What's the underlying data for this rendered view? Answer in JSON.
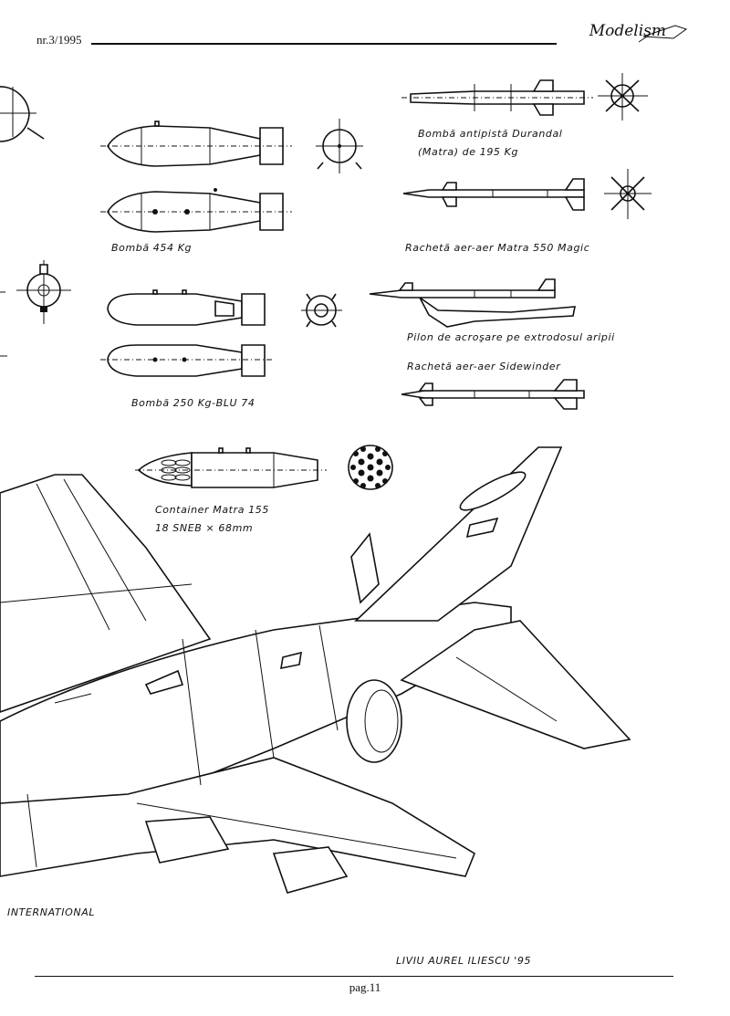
{
  "header": {
    "issue": "nr.3/1995",
    "logo": "Modelism"
  },
  "captions": {
    "durandal_line1": "Bombă antipistă Durandal",
    "durandal_line2": "(Matra) de 195 Kg",
    "bomb454": "Bombă 454 Kg",
    "magic": "Rachetă aer-aer Matra 550 Magic",
    "pylon": "Pilon de acroşare pe extrodosul aripii",
    "sidewinder": "Rachetă aer-aer Sidewinder",
    "bomb250": "Bombă 250 Kg-BLU 74",
    "container_line1": "Container Matra 155",
    "container_line2": "18 SNEB × 68mm"
  },
  "footer": {
    "left": "INTERNATIONAL",
    "author": "LIVIU AUREL ILIESCU '95",
    "page": "pag.11"
  }
}
